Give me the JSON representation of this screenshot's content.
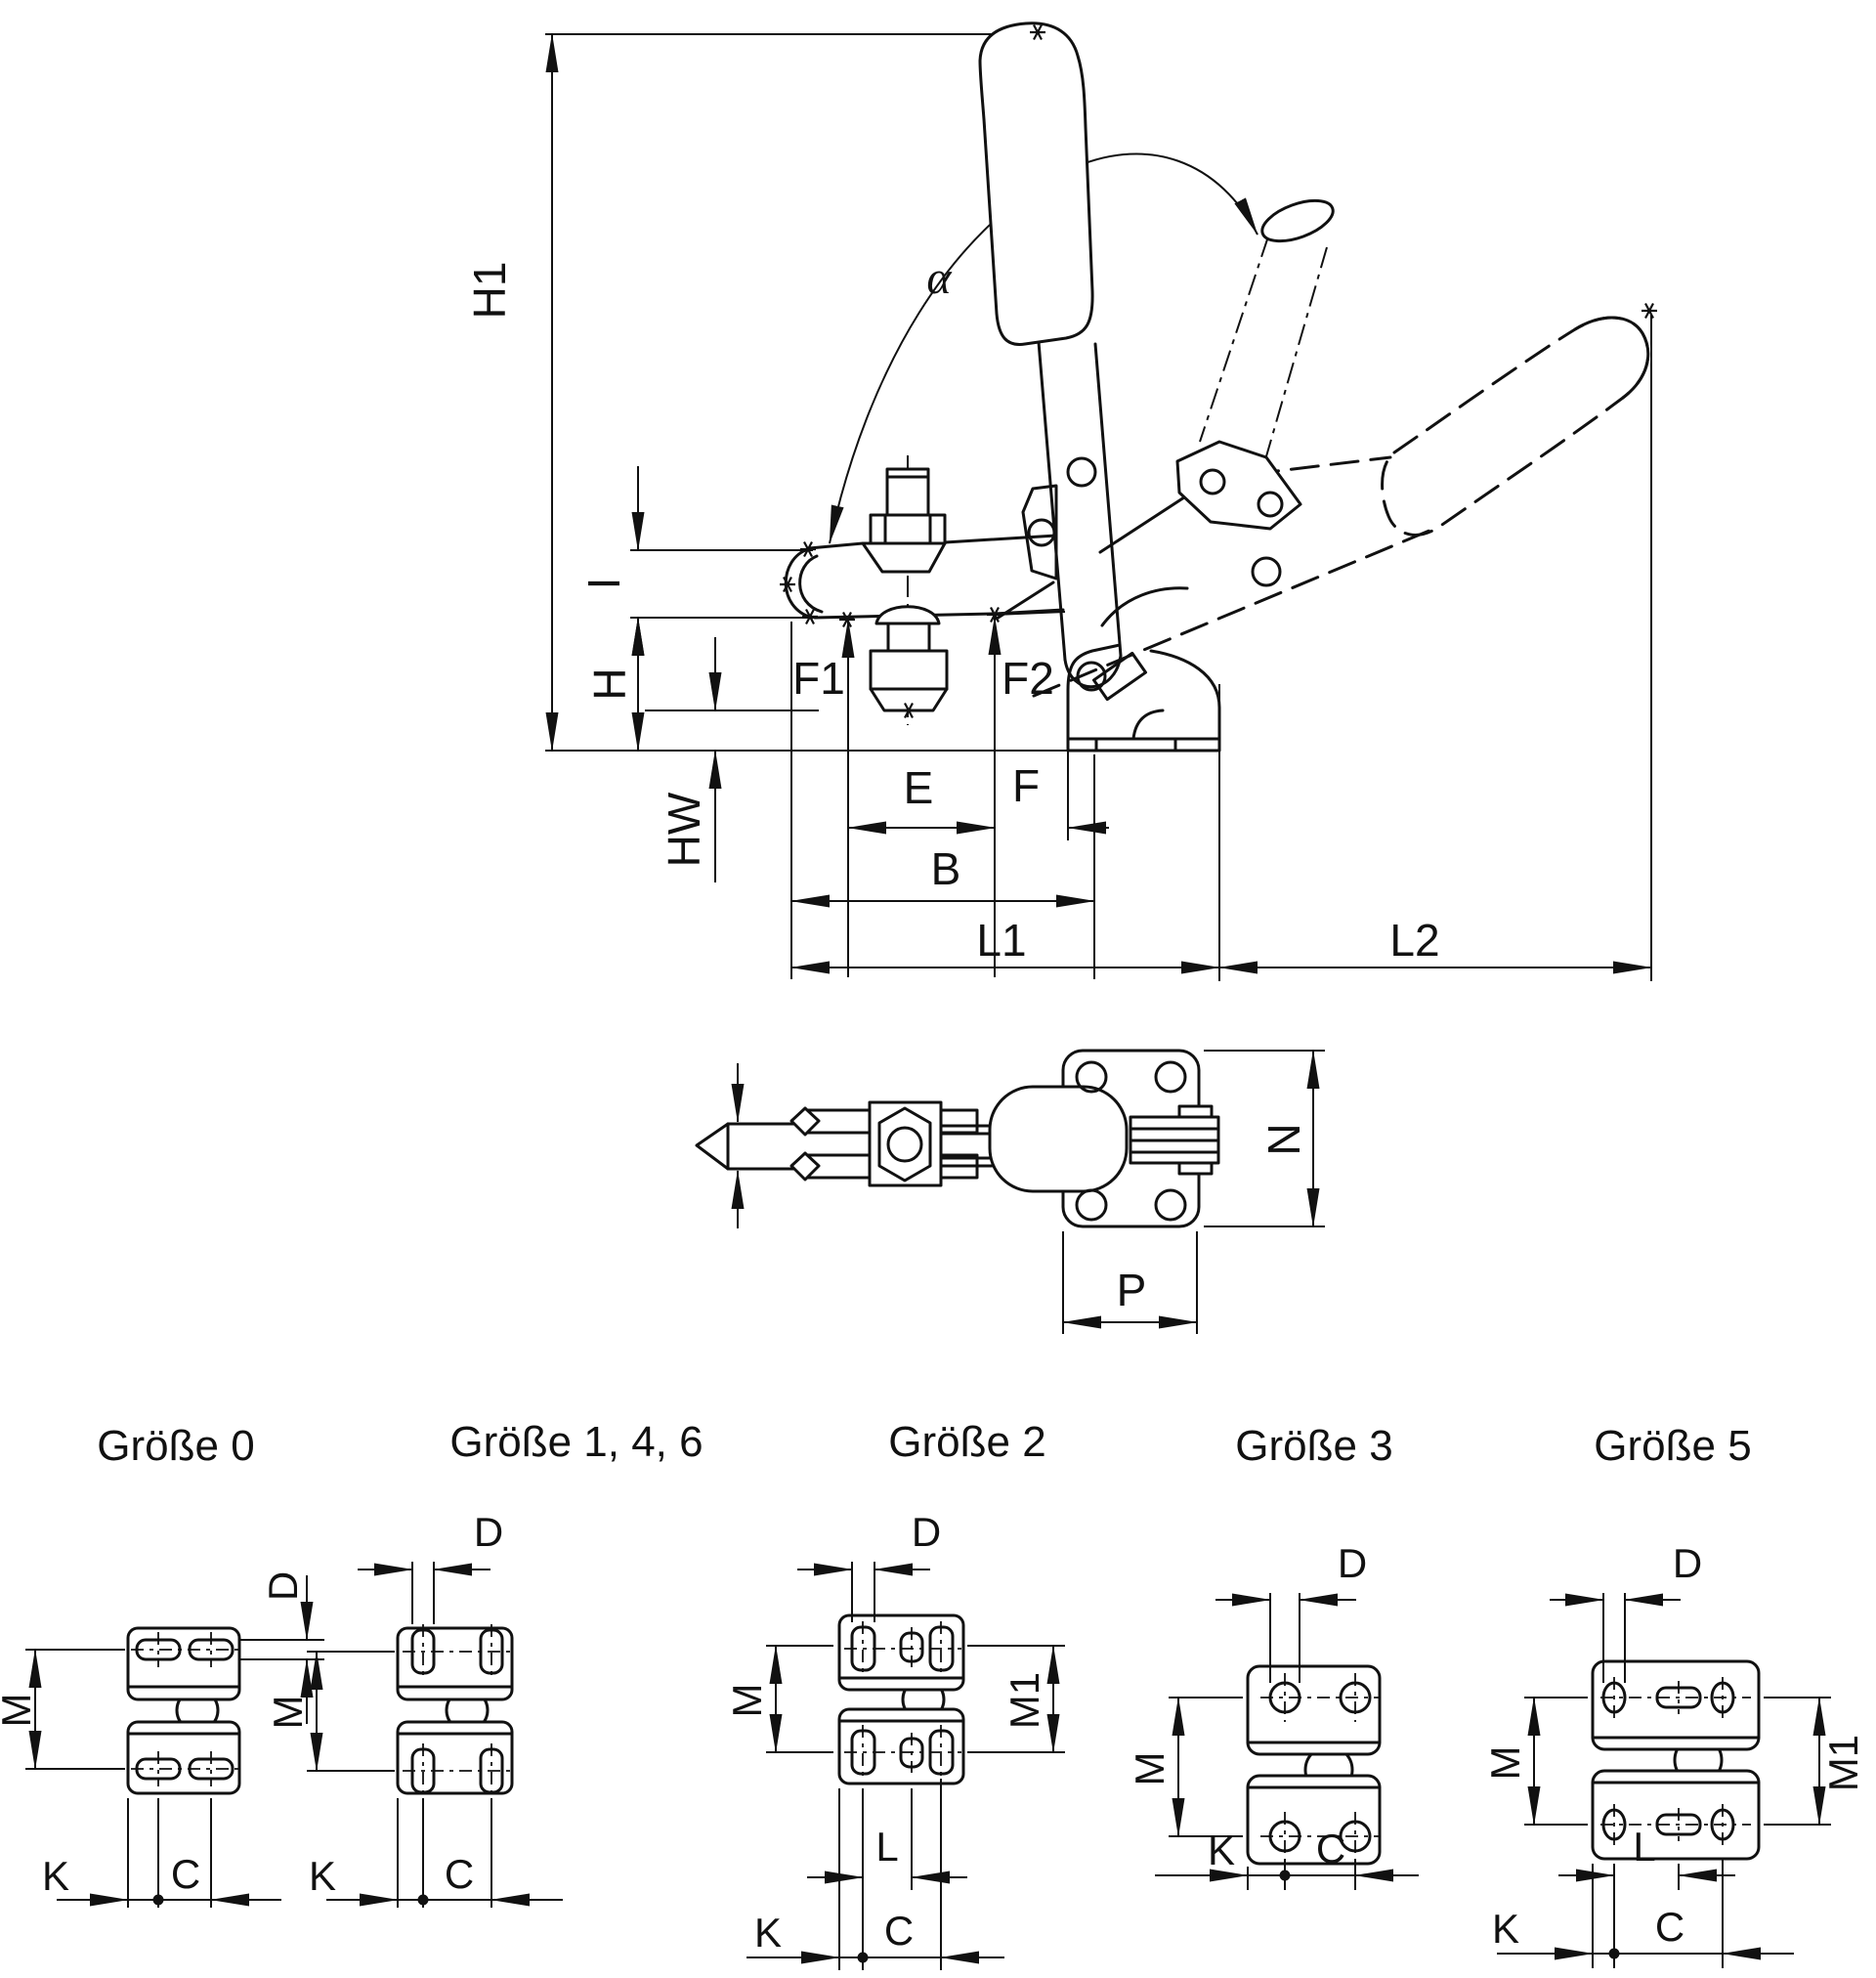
{
  "drawing": {
    "background": "#ffffff",
    "line_color": "#111111",
    "side_view": {
      "labels": {
        "h1": "H1",
        "i": "I",
        "h": "H",
        "hw": "HW",
        "f1": "F1",
        "f2": "F2",
        "e": "E",
        "f": "F",
        "b": "B",
        "l1": "L1",
        "l2": "L2",
        "alpha": "α"
      }
    },
    "top_view": {
      "labels": {
        "n": "N",
        "p": "P"
      }
    },
    "size_panels": [
      {
        "title": "Größe 0",
        "labels": {
          "d": "D",
          "m": "M",
          "k": "K",
          "c": "C"
        }
      },
      {
        "title": "Größe 1, 4, 6",
        "labels": {
          "d": "D",
          "m": "M",
          "k": "K",
          "c": "C"
        }
      },
      {
        "title": "Größe 2",
        "labels": {
          "d": "D",
          "m": "M",
          "m1": "M1",
          "l": "L",
          "k": "K",
          "c": "C"
        }
      },
      {
        "title": "Größe 3",
        "labels": {
          "d": "D",
          "m": "M",
          "k": "K",
          "c": "C"
        }
      },
      {
        "title": "Größe 5",
        "labels": {
          "d": "D",
          "m": "M",
          "m1": "M1",
          "l": "L",
          "k": "K",
          "c": "C"
        }
      }
    ]
  }
}
